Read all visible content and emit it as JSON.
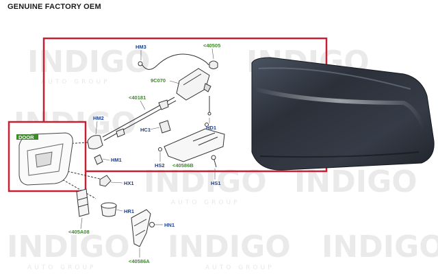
{
  "header": {
    "title": "GENUINE FACTORY OEM"
  },
  "watermark": {
    "brand": "INDIGO",
    "sub": "AUTO GROUP"
  },
  "colors": {
    "frame_red": "#c62032",
    "label_blue": "#1d3f8f",
    "label_green": "#3d8a2a",
    "door_dark": "#2b3039"
  },
  "callouts": {
    "hm3": "HM3",
    "p40505": "<40505",
    "p9c070": "9C070",
    "p40181": "<40181",
    "hm2": "HM2",
    "hc1": "HC1",
    "hd1": "HD1",
    "pf_box": "DOOR",
    "hm1": "HM1",
    "hs2": "HS2",
    "p40586b": "<40586B",
    "hs1": "HS1",
    "hx1": "HX1",
    "hr1": "HR1",
    "hn1": "HN1",
    "p405a08": "<405A08",
    "p40586a": "<40586A"
  }
}
